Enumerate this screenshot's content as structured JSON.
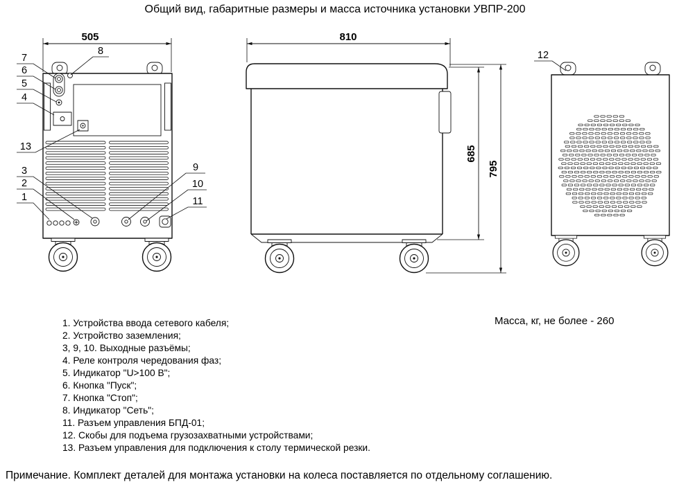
{
  "title": "Общий вид, габаритные размеры и масса источника установки УВПР-200",
  "dimensions": {
    "front_width": "505",
    "side_depth": "810",
    "body_height": "685",
    "total_height": "795"
  },
  "callouts": {
    "c1": "1",
    "c2": "2",
    "c3": "3",
    "c4": "4",
    "c5": "5",
    "c6": "6",
    "c7": "7",
    "c8": "8",
    "c9": "9",
    "c10": "10",
    "c11": "11",
    "c12": "12",
    "c13": "13"
  },
  "legend": {
    "items": [
      "1. Устройства ввода сетевого кабеля;",
      "2. Устройство заземления;",
      "3, 9, 10. Выходные разъёмы;",
      "4. Реле контроля чередования фаз;",
      "5. Индикатор \"U>100 В\";",
      "6. Кнопка \"Пуск\";",
      "7. Кнопка \"Стоп\";",
      "8. Индикатор \"Сеть\";",
      "11. Разъем управления БПД-01;",
      "12. Скобы для подъема грузозахватными устройствами;",
      "13. Разъем управления для подключения к столу термической резки."
    ]
  },
  "mass_note": "Масса, кг, не более - 260",
  "footnote": "Примечание. Комплект деталей для монтажа установки на колеса поставляется по отдельному соглашению."
}
